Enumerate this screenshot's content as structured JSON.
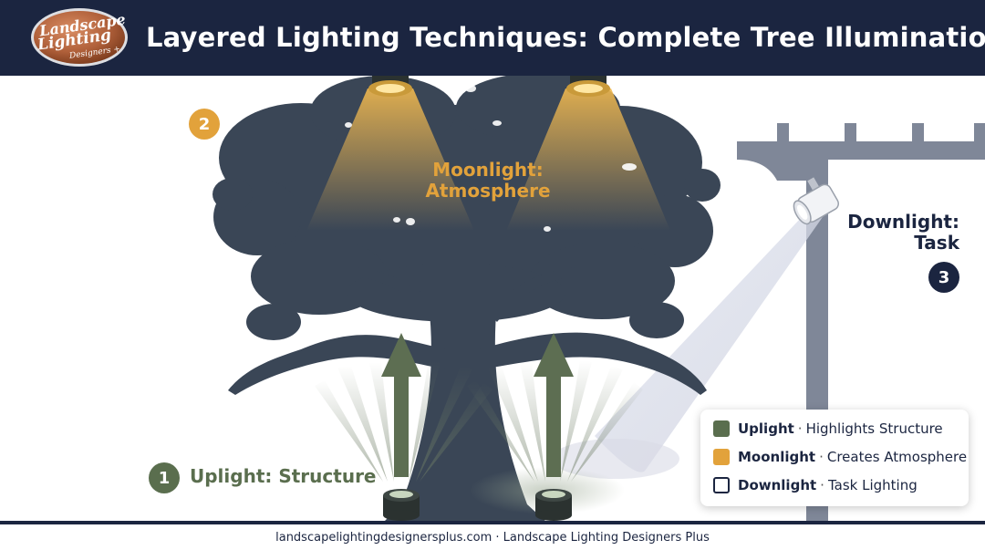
{
  "header": {
    "title": "Layered Lighting Techniques: Complete Tree Illumination",
    "logo": {
      "line1": "Landscape",
      "line2": "Lighting",
      "line3": "Designers +",
      "colors": {
        "outer": "#7a3a1c",
        "inner": "#b0603a",
        "highlight": "#d98d63"
      }
    }
  },
  "diagram": {
    "uplight": {
      "number": "1",
      "label": "Uplight: Structure",
      "color": "#5a6e4e"
    },
    "moonlight": {
      "number": "2",
      "label_line1": "Moonlight:",
      "label_line2": "Atmosphere",
      "color": "#e2a23b"
    },
    "downlight": {
      "number": "3",
      "label_line1": "Downlight:",
      "label_line2": "Task",
      "color": "#1b2540"
    },
    "colors": {
      "tree": "#3a4656",
      "pergola": "#7f8798",
      "arrow": "#5d6e52",
      "beam_warm": "#e8b155",
      "fixture": "#2b3230"
    }
  },
  "legend": {
    "items": [
      {
        "name": "Uplight",
        "description": "Highlights Structure",
        "swatch": "#5a6e4e",
        "style": "filled"
      },
      {
        "name": "Moonlight",
        "description": "Creates Atmosphere",
        "swatch": "#e2a23b",
        "style": "filled"
      },
      {
        "name": "Downlight",
        "description": "Task Lighting",
        "swatch": "#1b2540",
        "style": "outline"
      }
    ],
    "separator": "·"
  },
  "footer": {
    "text": "landscapelightingdesignersplus.com · Landscape Lighting Designers Plus"
  }
}
